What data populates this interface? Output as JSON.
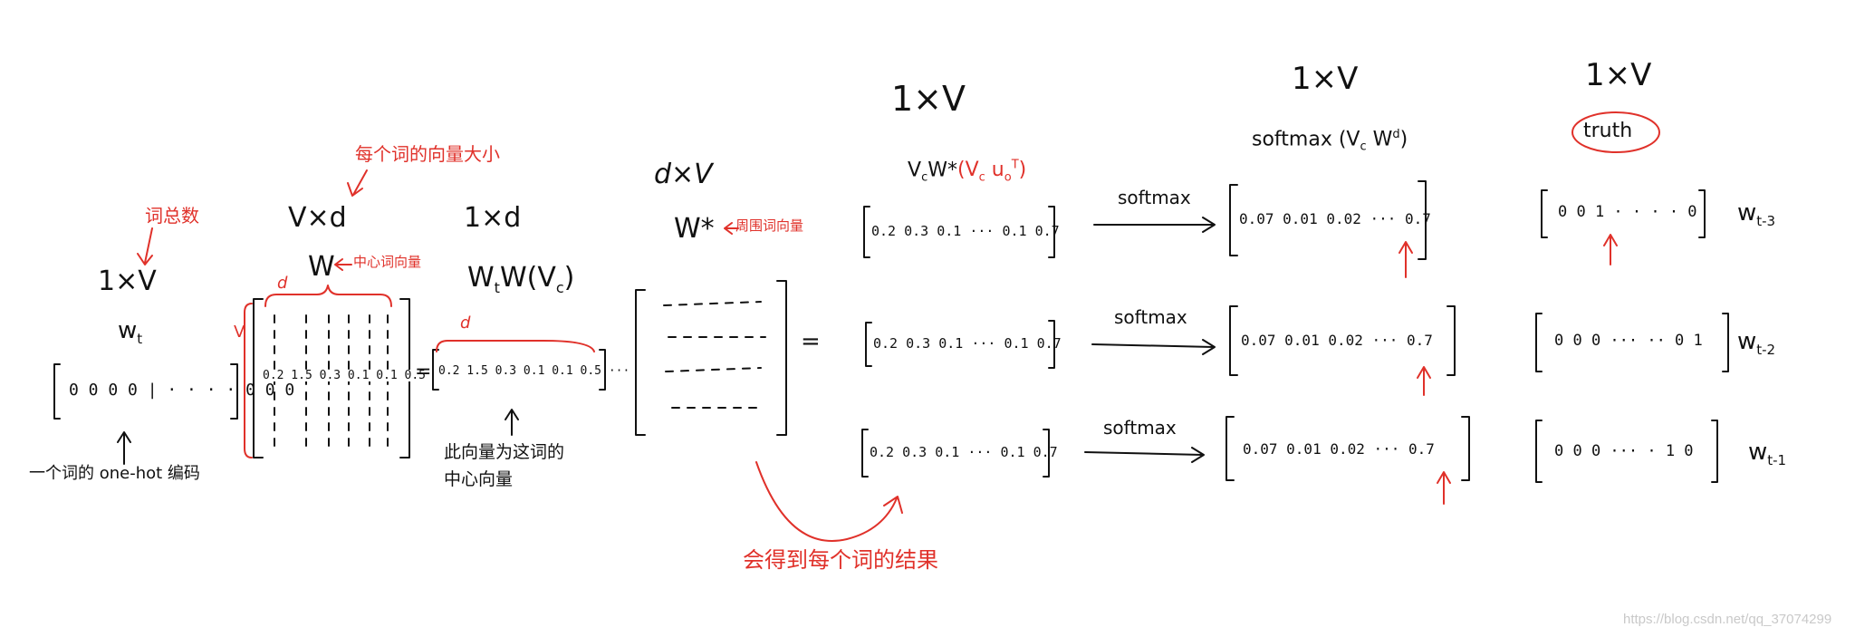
{
  "colors": {
    "ink": "#111111",
    "annotation": "#e0312a",
    "watermark": "#c9c9c9"
  },
  "one_hot": {
    "shape": "1×V",
    "word": "w",
    "word_sub": "t",
    "vector": "0 0 0 0 | · · · · 0 0 0",
    "caption": "一个词的 one-hot 编码",
    "annotation_vocab": "词总数"
  },
  "center_matrix": {
    "shape": "V×d",
    "name": "W",
    "annotation_center": "中心词向量",
    "annotation_size": "每个词的向量大小",
    "dim_label": "d",
    "row_label": "V",
    "sample_row": "0.2 1.5 0.3 0.1 0.1 0.5"
  },
  "center_vector": {
    "shape": "1×d",
    "expr": "W",
    "expr_sub": "t",
    "expr_tail": "W(V",
    "expr_tail_sub": "c",
    "expr_close": ")",
    "dim_label": "d",
    "values": "0.2  1.5  0.3  0.1  0.1  0.5 ···",
    "caption_line1": "此向量为这词的",
    "caption_line2": "中心向量"
  },
  "context_matrix": {
    "shape": "d×V",
    "name": "W*",
    "annotation": "周围词向量",
    "equals": "=",
    "result_note": "会得到每个词的结果"
  },
  "scores": {
    "header": "V",
    "header_sub": "c",
    "header_tail": "W*",
    "header_note": "(V",
    "header_note_sub": "c",
    "header_note_u": "u",
    "header_note_sup": "T",
    "header_note_sub2": "o",
    "header_note_close": ")",
    "shape": "1×V",
    "rows": [
      "0.2  0.3  0.1 ··· 0.1  0.7",
      "0.2  0.3  0.1 ··· 0.1  0.7",
      "0.2  0.3  0.1 ··· 0.1  0.7"
    ]
  },
  "softmax": {
    "arrow_label": "softmax",
    "shape": "1×V",
    "header": "softmax (V",
    "header_sub": "c",
    "header_tail": "W",
    "header_sup": "d",
    "header_close": ")",
    "rows": [
      "0.07  0.01  0.02 ··· 0.7",
      "0.07  0.01  0.02 ··· 0.7",
      "0.07  0.01  0.02 ··· 0.7"
    ]
  },
  "truth": {
    "shape": "1×V",
    "label": "truth",
    "rows": [
      {
        "vector": "0 0 1 · · · · 0",
        "word": "w",
        "word_sub": "t-3"
      },
      {
        "vector": "0 0 0 ··· ·· 0 1",
        "word": "w",
        "word_sub": "t-2"
      },
      {
        "vector": "0 0 0 ··· · 1 0",
        "word": "w",
        "word_sub": "t-1"
      }
    ]
  },
  "watermark": "https://blog.csdn.net/qq_37074299"
}
